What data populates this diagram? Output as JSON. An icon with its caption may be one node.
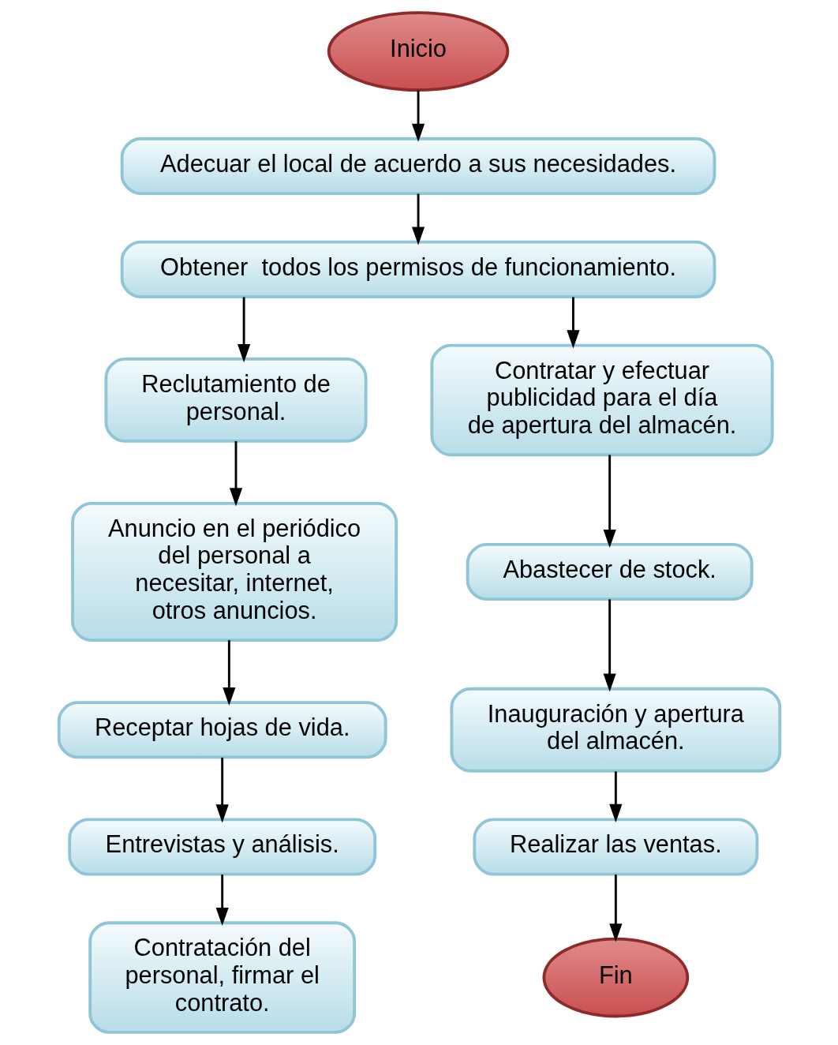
{
  "diagram": {
    "nodes": [
      {
        "text": [
          "Inicio"
        ]
      },
      {
        "text": [
          "Adecuar el local de acuerdo a sus necesidades."
        ]
      },
      {
        "text": [
          "Obtener  todos los permisos de funcionamiento."
        ]
      },
      {
        "text": [
          "Reclutamiento de personal."
        ]
      },
      {
        "text": [
          "Anuncio en el periódico del personal a necesitar, internet, otros anuncios."
        ]
      },
      {
        "text": [
          "Receptar hojas de vida."
        ]
      },
      {
        "text": [
          "Entrevistas y análisis."
        ]
      },
      {
        "text": [
          "Contratación del personal, firmar el contrato."
        ]
      },
      {
        "text": [
          "Contratar y efectuar publicidad para el día de apertura del almacén."
        ]
      },
      {
        "text": [
          "Abastecer de stock."
        ]
      },
      {
        "text": [
          "Inauguración y apertura del almacén."
        ]
      },
      {
        "text": [
          "Realizar las ventas."
        ]
      },
      {
        "text": [
          "Fin"
        ]
      }
    ],
    "edges": [
      {
        "from": 0,
        "to": 1,
        "arrow": "to"
      },
      {
        "from": 1,
        "to": 2,
        "arrow": "to"
      },
      {
        "from": 2,
        "to": 3,
        "arrow": "to"
      },
      {
        "from": 2,
        "to": 8,
        "arrow": "to"
      },
      {
        "from": 3,
        "to": 4,
        "arrow": "to"
      },
      {
        "from": 4,
        "to": 5,
        "arrow": "to"
      },
      {
        "from": 5,
        "to": 6,
        "arrow": "to"
      },
      {
        "from": 6,
        "to": 7,
        "arrow": "to"
      },
      {
        "from": 8,
        "to": 9,
        "arrow": "to"
      },
      {
        "from": 9,
        "to": 10,
        "arrow": "to"
      },
      {
        "from": 10,
        "to": 11,
        "arrow": "to"
      },
      {
        "from": 11,
        "to": 12,
        "arrow": "to"
      }
    ]
  }
}
